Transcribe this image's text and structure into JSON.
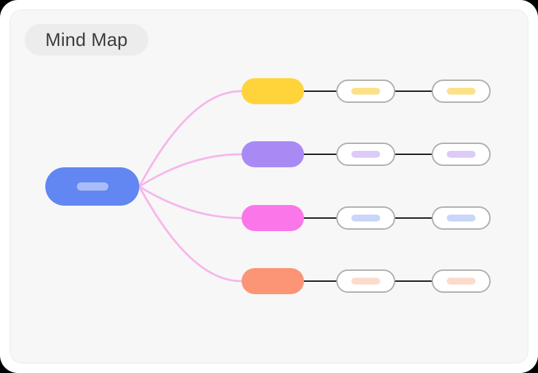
{
  "badge": {
    "label": "Mind Map"
  },
  "mindmap": {
    "root": {
      "name": "root",
      "color": "#6286f2",
      "dash_color": "#a9bcf8"
    },
    "branches": [
      {
        "name": "yellow",
        "color": "#ffd43b",
        "child_dash_color": "#fce18a"
      },
      {
        "name": "purple",
        "color": "#a98af5",
        "child_dash_color": "#dccbf9"
      },
      {
        "name": "pink",
        "color": "#fb76e9",
        "child_dash_color": "#c9d6f9"
      },
      {
        "name": "orange",
        "color": "#fb9575",
        "child_dash_color": "#fcdbcd"
      }
    ],
    "children_per_branch": 2,
    "colors": {
      "curve_link": "#f6b7ea",
      "child_link": "#151515",
      "child_border": "#aeaeae",
      "child_fill": "#ffffff",
      "panel_bg": "#f7f7f8",
      "panel_border": "#eaeaea",
      "card_bg": "#ffffff",
      "badge_bg": "#ececec",
      "badge_text": "#3d3d3d"
    }
  }
}
